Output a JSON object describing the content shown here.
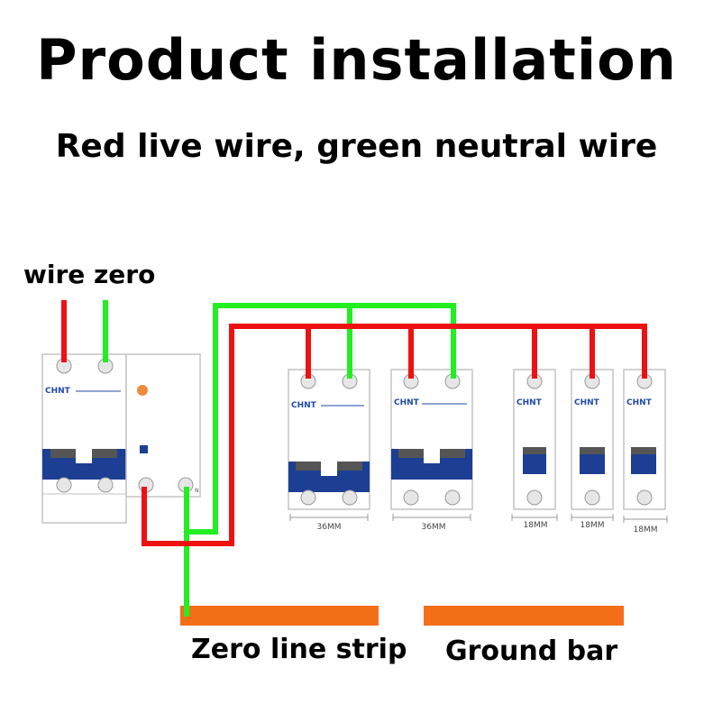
{
  "title": "Product installation",
  "subtitle": "Red live wire, green neutral wire",
  "labels": {
    "wire": "wire",
    "zero": "zero",
    "zero_line_strip": "Zero line strip",
    "ground_bar": "Ground bar"
  },
  "breakers": {
    "brand": "CHNT",
    "rcd_n_mark": "N",
    "width_36": "36MM",
    "width_18": "18MM"
  },
  "colors": {
    "live_wire": "#ee1111",
    "neutral_wire": "#22ee22",
    "toggle": "#1c3f94",
    "bar": "#f36f18",
    "brand_text": "#1f4aa8"
  }
}
